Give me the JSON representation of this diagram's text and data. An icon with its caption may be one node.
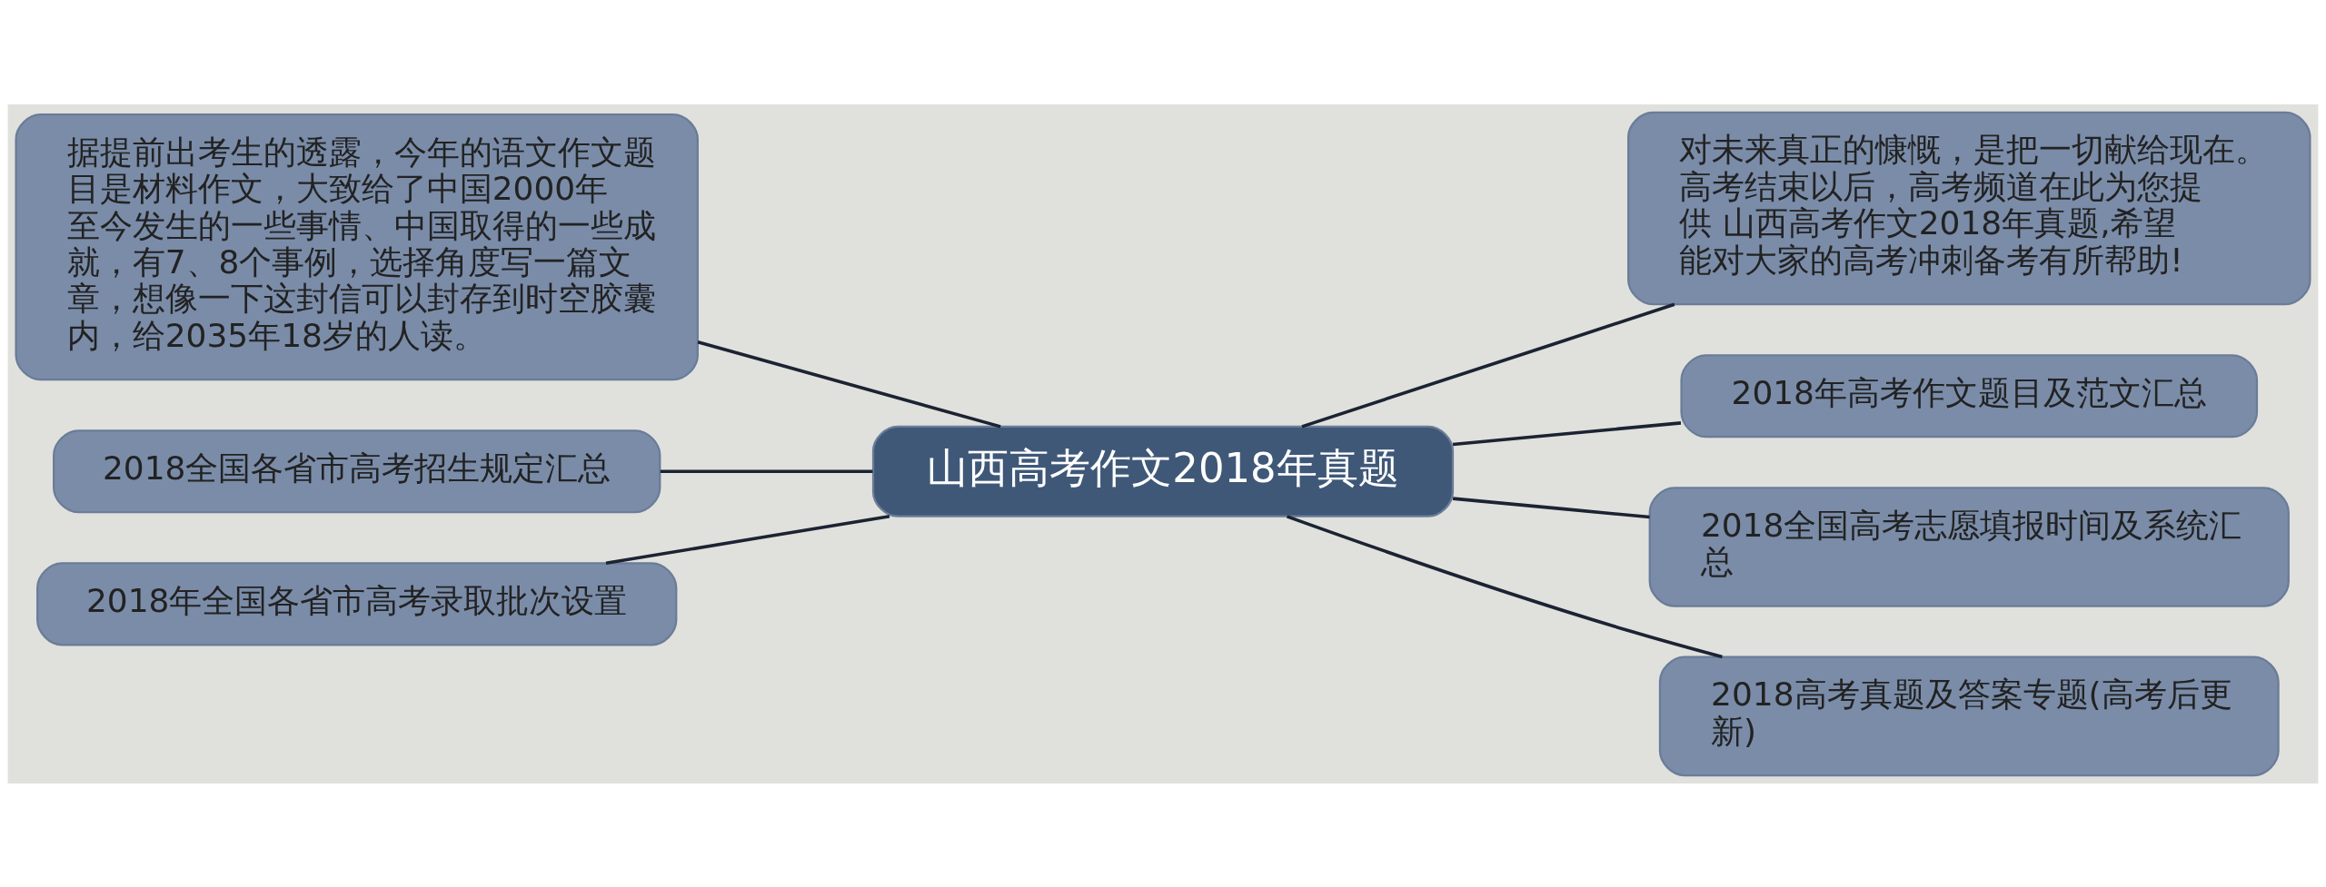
{
  "diagram": {
    "nodes": [
      {
        "text": [
          "山西高考作文2018年真题"
        ]
      },
      {
        "text": [
          "据提前出考生的透露，今年的语文作文题目是材料作文，大致给了中国2000年至今发生的一些事情、中国取得的一些成就，有7、8个事例，选择角度写一篇文章，想像一下这封信可以封存到时空胶囊内，给2035年18岁的人读。"
        ]
      },
      {
        "text": [
          "2018全国各省市高考招生规定汇总"
        ]
      },
      {
        "text": [
          "2018年全国各省市高考录取批次设置"
        ]
      },
      {
        "text": [
          "对未来真正的慷慨，是把一切献给现在。高考结束以后，高考频道在此为您提供 山西高考作文2018年真题,希望能对大家的高考冲刺备考有所帮助!"
        ]
      },
      {
        "text": [
          "2018年高考作文题目及范文汇总"
        ]
      },
      {
        "text": [
          "2018全国高考志愿填报时间及系统汇总"
        ]
      },
      {
        "text": [
          "2018高考真题及答案专题(高考后更新)"
        ]
      }
    ],
    "edges": [
      {
        "from": 1,
        "to": 0,
        "arrow": "none"
      },
      {
        "from": 2,
        "to": 0,
        "arrow": "none"
      },
      {
        "from": 3,
        "to": 0,
        "arrow": "none"
      },
      {
        "from": 0,
        "to": 4,
        "arrow": "none"
      },
      {
        "from": 0,
        "to": 5,
        "arrow": "none"
      },
      {
        "from": 0,
        "to": 6,
        "arrow": "none"
      },
      {
        "from": 0,
        "to": 7,
        "arrow": "none"
      }
    ]
  }
}
